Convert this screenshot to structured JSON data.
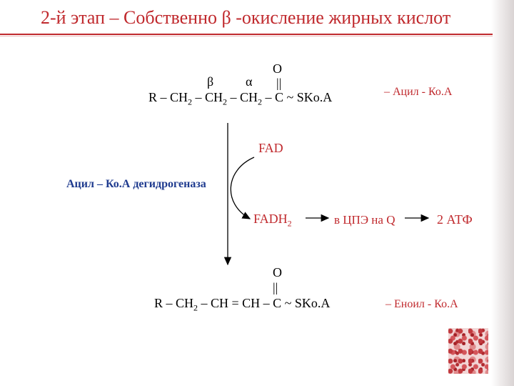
{
  "title": "2-й этап – Собственно β -окисление жирных кислот",
  "top_molecule": {
    "o_label": "O",
    "double_bond": "||",
    "beta": "β",
    "alpha": "α",
    "seg1": "R – CH",
    "sub1": "2",
    "seg2": " – CH",
    "sub2": "2",
    "seg3": " – CH",
    "sub3": "2",
    "seg4": " – C ~ SKo.A",
    "name": "– Ацил - Ко.А"
  },
  "cofactor_in": "FAD",
  "enzyme": "Ацил – Ко.А дегидрогеназа",
  "cofactor_out": {
    "text": "FADH",
    "sub": "2"
  },
  "etc_text": "в ЦПЭ на Q",
  "atp_text": "2 АТФ",
  "bottom_molecule": {
    "o_label": "O",
    "double_bond": "||",
    "seg1": "R – CH",
    "sub1": "2",
    "seg2": " – CH = CH – C ~ SKo.A",
    "name": "– Еноил - Ко.А"
  },
  "colors": {
    "accent": "#c0292d",
    "enzyme": "#1f3b8f"
  }
}
